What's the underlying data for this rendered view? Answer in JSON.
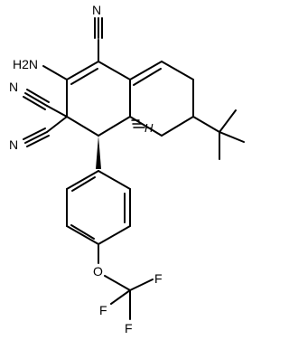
{
  "molecule": {
    "labels": {
      "n_top": "N",
      "h2n": "H2N",
      "n_left_upper": "N",
      "n_left_lower": "N",
      "h_stereo": "H",
      "o": "O",
      "f_upper": "F",
      "f_left": "F",
      "f_lower": "F"
    }
  }
}
